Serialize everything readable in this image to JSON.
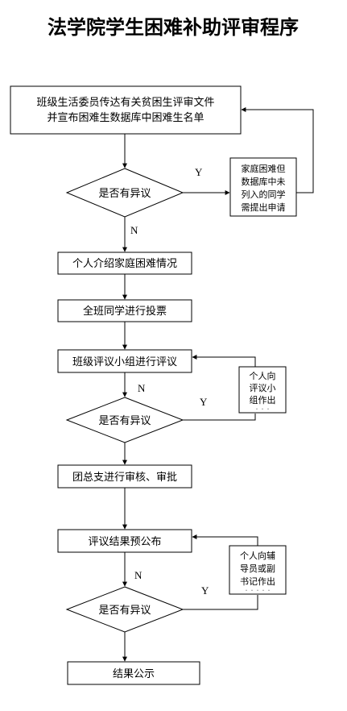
{
  "title": "法学院学生困难补助评审程序",
  "steps": {
    "step1_line1": "班级生活委员传达有关贫困生评审文件",
    "step1_line2": "并宣布困难生数据库中困难生名单",
    "decision1": "是否有异议",
    "note1_line1": "家庭困难但",
    "note1_line2": "数据库中未",
    "note1_line3": "列入的同学",
    "note1_line4": "需提出申请",
    "step2": "个人介绍家庭困难情况",
    "step3": "全班同学进行投票",
    "step4": "班级评议小组进行评议",
    "decision2": "是否有异议",
    "note2_line1": "个人向",
    "note2_line2": "评议小",
    "note2_line3": "组作出",
    "step5": "团总支进行审核、审批",
    "step6": "评议结果预公布",
    "decision3": "是否有异议",
    "note3_line1": "个人向辅",
    "note3_line2": "导员或副",
    "note3_line3": "书记作出",
    "step7": "结果公示"
  },
  "labels": {
    "yes": "Y",
    "no": "N"
  }
}
